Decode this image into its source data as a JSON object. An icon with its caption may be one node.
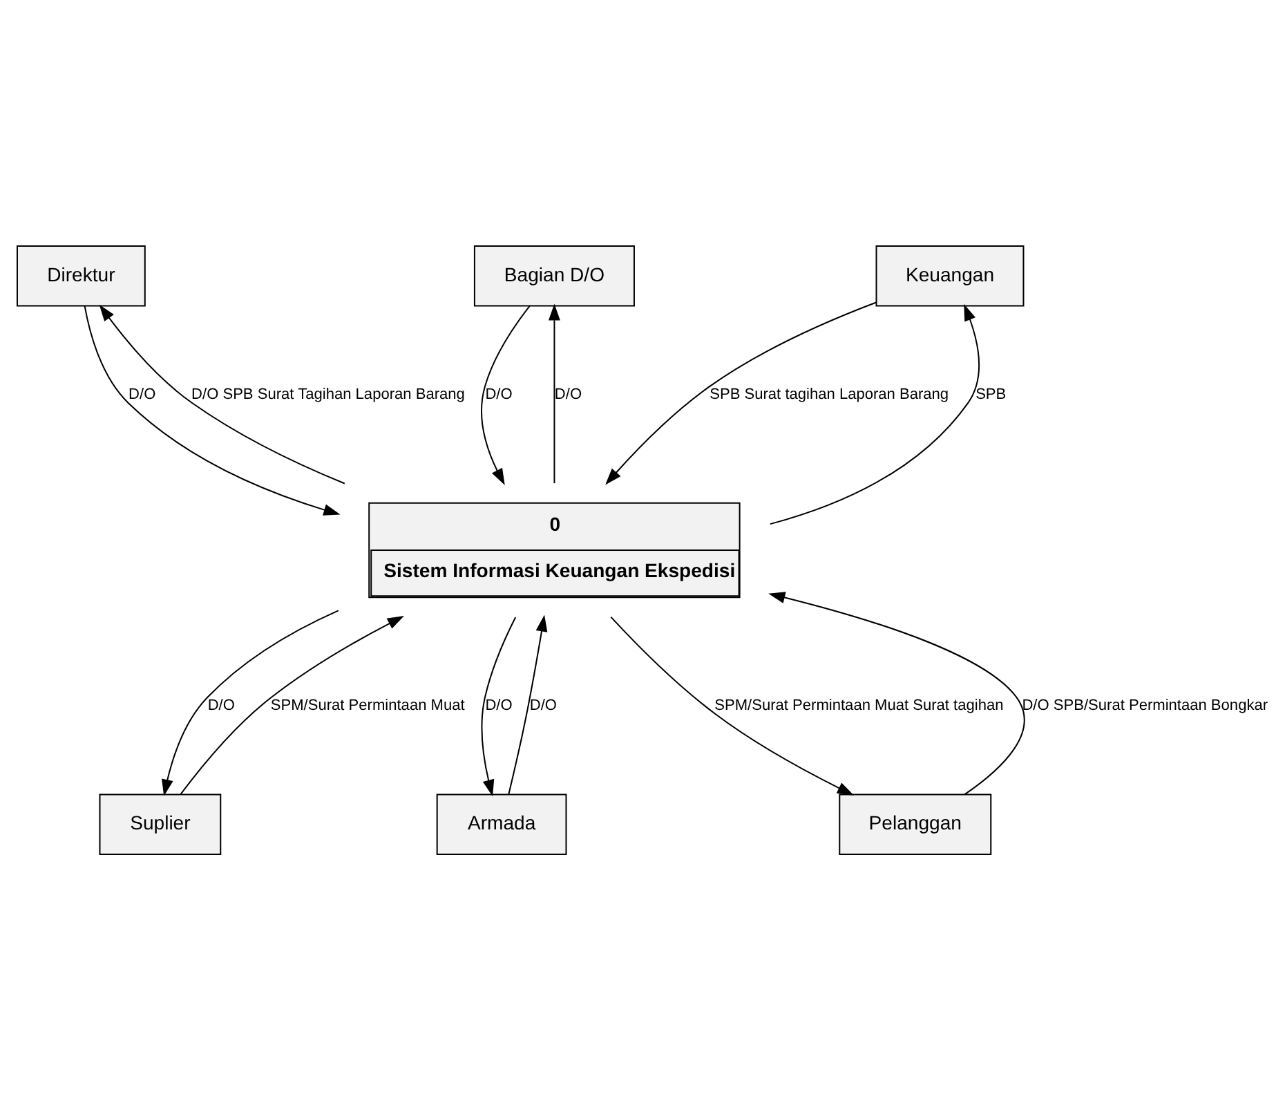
{
  "diagram": {
    "nodes": [
      {
        "text": [
          "Direktur"
        ]
      },
      {
        "text": [
          "Bagian D/O"
        ]
      },
      {
        "text": [
          "Keuangan"
        ]
      },
      {
        "text": [
          "0",
          "Sistem Informasi Keuangan Ekspedisi"
        ]
      },
      {
        "text": [
          "Suplier"
        ]
      },
      {
        "text": [
          "Armada"
        ]
      },
      {
        "text": [
          "Pelanggan"
        ]
      }
    ],
    "edges": [
      {
        "from": 3,
        "to": 0,
        "arrow": "to",
        "label": "D/O SPB Surat Tagihan Laporan Barang"
      },
      {
        "from": 0,
        "to": 3,
        "arrow": "to",
        "label": "D/O"
      },
      {
        "from": 1,
        "to": 3,
        "arrow": "to",
        "label": "D/O"
      },
      {
        "from": 3,
        "to": 1,
        "arrow": "to",
        "label": "D/O"
      },
      {
        "from": 3,
        "to": 2,
        "arrow": "to",
        "label": "SPB"
      },
      {
        "from": 2,
        "to": 3,
        "arrow": "to",
        "label": "SPB Surat tagihan Laporan Barang"
      },
      {
        "from": 4,
        "to": 3,
        "arrow": "to",
        "label": "SPM/Surat Permintaan Muat"
      },
      {
        "from": 3,
        "to": 4,
        "arrow": "to",
        "label": "D/O"
      },
      {
        "from": 3,
        "to": 6,
        "arrow": "to",
        "label": "SPM/Surat Permintaan Muat Surat tagihan"
      },
      {
        "from": 6,
        "to": 3,
        "arrow": "to",
        "label": "D/O SPB/Surat Permintaan Bongkar"
      },
      {
        "from": 3,
        "to": 5,
        "arrow": "to",
        "label": "D/O"
      },
      {
        "from": 5,
        "to": 3,
        "arrow": "to",
        "label": "D/O"
      }
    ]
  }
}
